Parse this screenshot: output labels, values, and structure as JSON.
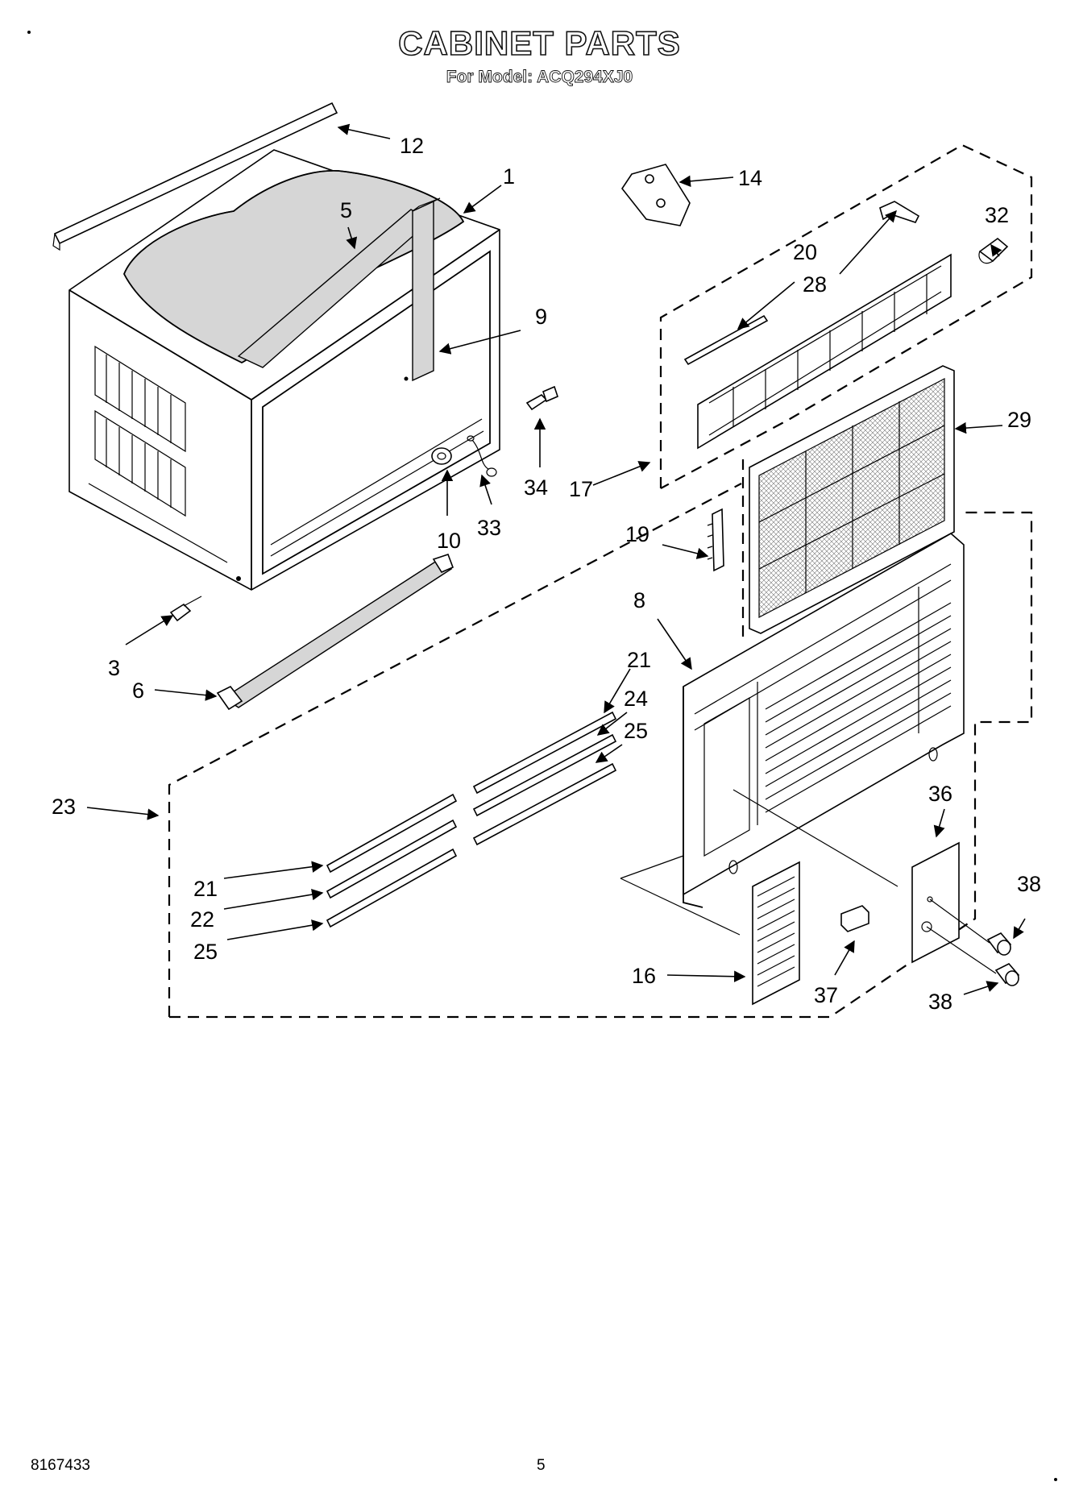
{
  "title": "CABINET PARTS",
  "subtitle": "For Model: ACQ294XJ0",
  "callouts": {
    "c1": "1",
    "c3": "3",
    "c5": "5",
    "c6": "6",
    "c8": "8",
    "c9": "9",
    "c10": "10",
    "c12": "12",
    "c14": "14",
    "c16": "16",
    "c17": "17",
    "c19": "19",
    "c20": "20",
    "c21a": "21",
    "c21b": "21",
    "c22": "22",
    "c23": "23",
    "c24": "24",
    "c25a": "25",
    "c25b": "25",
    "c28": "28",
    "c29": "29",
    "c32": "32",
    "c33": "33",
    "c34": "34",
    "c36": "36",
    "c37": "37",
    "c38a": "38",
    "c38b": "38"
  },
  "footer": {
    "doc_number": "8167433",
    "page_number": "5"
  },
  "arrow_color": "#000000"
}
